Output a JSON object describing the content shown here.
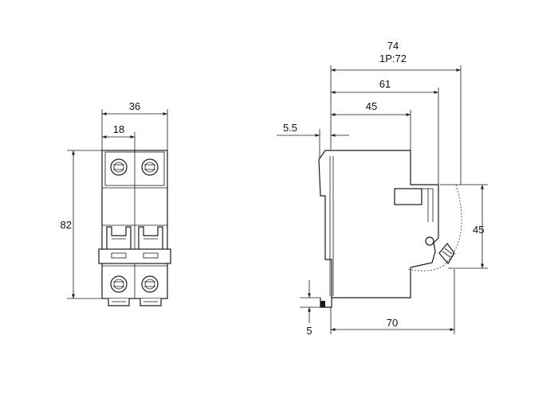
{
  "front_view": {
    "width_total": "36",
    "width_pole": "18",
    "height": "82"
  },
  "side_view": {
    "depth_total": "74",
    "depth_total_1p": "1P:72",
    "depth_61": "61",
    "depth_45": "45",
    "offset_5_5": "5.5",
    "height_45": "45",
    "rail_5": "5",
    "base_70": "70"
  },
  "colors": {
    "line": "#1a1a1a",
    "background": "#ffffff"
  }
}
